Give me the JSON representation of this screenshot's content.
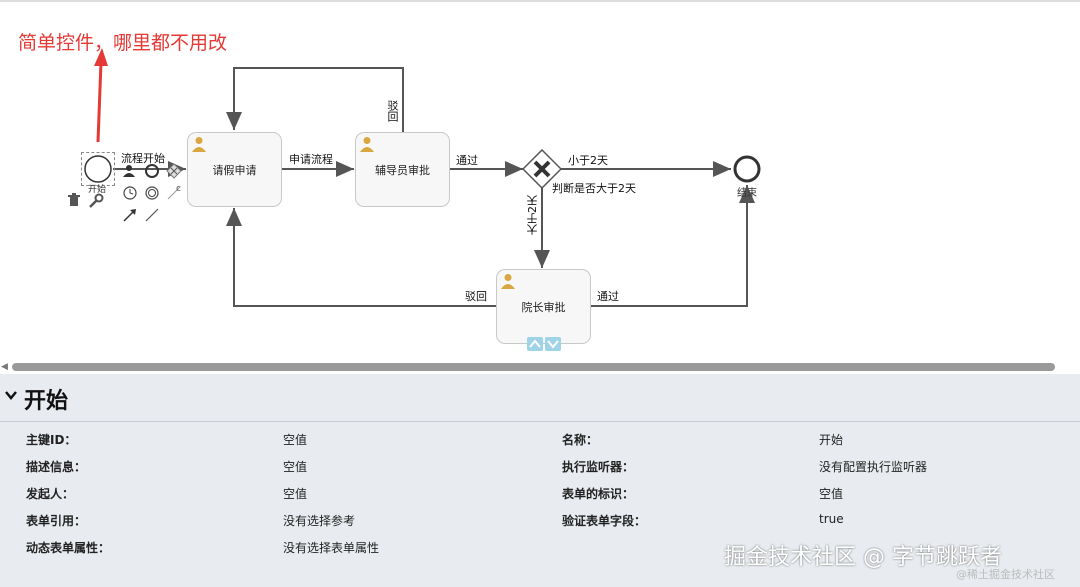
{
  "annotation": "简单控件，哪里都不用改",
  "diagram": {
    "start_event_label": "流程开始",
    "start_event_name": "开始",
    "end_event_label": "结束",
    "tasks": [
      {
        "label": "请假申请"
      },
      {
        "label": "辅导员审批"
      },
      {
        "label": "院长审批"
      }
    ],
    "gateway_label": "判断是否大于2天",
    "flows": {
      "apply": "申请流程",
      "reject_top": "驳回",
      "pass_to_gateway": "通过",
      "less_than_2": "小于2天",
      "more_than_2": "大于2天",
      "reject_bottom": "驳回",
      "pass_to_end": "通过"
    }
  },
  "properties": {
    "title": "开始",
    "left": [
      {
        "key": "主键ID：",
        "value": "空值"
      },
      {
        "key": "描述信息：",
        "value": "空值"
      },
      {
        "key": "发起人：",
        "value": "空值"
      },
      {
        "key": "表单引用：",
        "value": "没有选择参考"
      },
      {
        "key": "动态表单属性：",
        "value": "没有选择表单属性"
      }
    ],
    "right": [
      {
        "key": "名称：",
        "value": "开始"
      },
      {
        "key": "执行监听器：",
        "value": "没有配置执行监听器"
      },
      {
        "key": "表单的标识：",
        "value": "空值"
      },
      {
        "key": "验证表单字段：",
        "value": "true"
      }
    ]
  },
  "watermark": "掘金技术社区 @ 字节跳跃者",
  "watermark_small": "@稀土掘金技术社区"
}
